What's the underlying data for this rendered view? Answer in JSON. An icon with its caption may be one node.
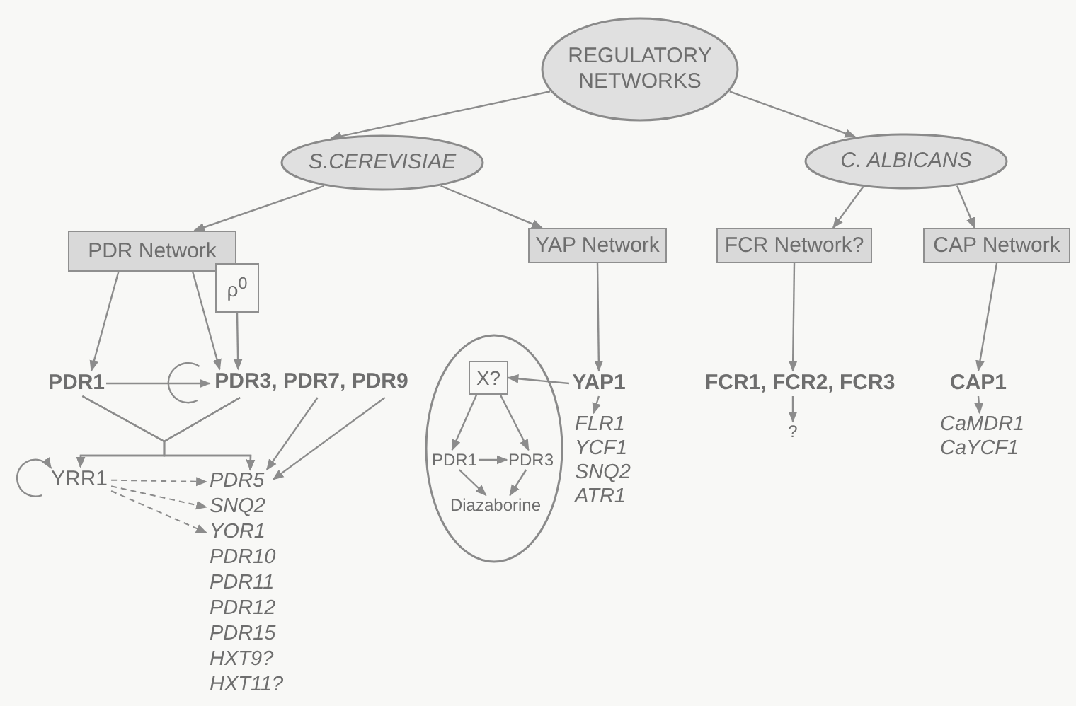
{
  "diagram": {
    "nodes": [
      {
        "text": [
          "REGULATORY NETWORKS"
        ]
      },
      {
        "text": [
          "S.CEREVISIAE"
        ]
      },
      {
        "text": [
          "C. ALBICANS"
        ]
      },
      {
        "text": [
          "PDR Network"
        ]
      },
      {
        "text": [
          "YAP Network"
        ]
      },
      {
        "text": [
          "FCR Network?"
        ]
      },
      {
        "text": [
          "CAP Network"
        ]
      },
      {
        "text": [
          "ρ$^{0}$"
        ]
      },
      {
        "text": [
          "PDR1"
        ]
      },
      {
        "text": [
          "PDR3, PDR7, PDR9"
        ]
      },
      {
        "text": [
          "YRR1"
        ]
      },
      {
        "text": [
          "PDR5"
        ]
      },
      {
        "text": [
          "SNQ2"
        ]
      },
      {
        "text": [
          "YOR1"
        ]
      },
      {
        "text": [
          "PDR10"
        ]
      },
      {
        "text": [
          "PDR11"
        ]
      },
      {
        "text": [
          "PDR12"
        ]
      },
      {
        "text": [
          "PDR15"
        ]
      },
      {
        "text": [
          "HXT9?"
        ]
      },
      {
        "text": [
          "HXT11?"
        ]
      },
      {
        "text": [],
        "shape": "circle"
      },
      {
        "text": [
          "X?"
        ],
        "in": 20
      },
      {
        "text": [
          "PDR1"
        ],
        "in": 20
      },
      {
        "text": [
          "PDR3"
        ],
        "in": 20
      },
      {
        "text": [
          "Diazaborine"
        ],
        "in": 20
      },
      {
        "text": [
          "YAP1"
        ]
      },
      {
        "text": [
          "FLR1",
          "YCF1",
          "SNQ2",
          "ATR1"
        ]
      },
      {
        "text": [
          "FCR1, FCR2, FCR3"
        ]
      },
      {
        "text": [
          "?"
        ]
      },
      {
        "text": [
          "CAP1"
        ]
      },
      {
        "text": [
          "CaMDR1",
          "CaYCF1"
        ]
      }
    ],
    "edges": [
      {
        "from": 0,
        "to": 1,
        "arrow": "to"
      },
      {
        "from": 0,
        "to": 2,
        "arrow": "to"
      },
      {
        "from": 1,
        "to": 3,
        "arrow": "to"
      },
      {
        "from": 1,
        "to": 4,
        "arrow": "to"
      },
      {
        "from": 2,
        "to": 5,
        "arrow": "to"
      },
      {
        "from": 2,
        "to": 6,
        "arrow": "to"
      },
      {
        "from": 3,
        "to": 8,
        "arrow": "to"
      },
      {
        "from": 3,
        "to": 9,
        "arrow": "to"
      },
      {
        "from": 7,
        "to": 9,
        "arrow": "to"
      },
      {
        "from": 8,
        "to": 9,
        "arrow": "to"
      },
      {
        "from": 9,
        "to": 9,
        "arrow": "none"
      },
      {
        "from": 8,
        "to": 10,
        "arrow": "to"
      },
      {
        "from": 8,
        "to": 11,
        "arrow": "to"
      },
      {
        "from": 9,
        "to": 10,
        "arrow": "to"
      },
      {
        "from": 9,
        "to": 11,
        "arrow": "to"
      },
      {
        "from": 9,
        "to": 11,
        "arrow": "to"
      },
      {
        "from": 9,
        "to": 11,
        "arrow": "to"
      },
      {
        "from": 10,
        "to": 10,
        "arrow": "to"
      },
      {
        "from": 10,
        "to": 11,
        "arrow": "to",
        "style": "dashed"
      },
      {
        "from": 10,
        "to": 12,
        "arrow": "to",
        "style": "dashed"
      },
      {
        "from": 10,
        "to": 13,
        "arrow": "to",
        "style": "dashed"
      },
      {
        "from": 4,
        "to": 25,
        "arrow": "to"
      },
      {
        "from": 25,
        "to": 21,
        "arrow": "to"
      },
      {
        "from": 21,
        "to": 22,
        "arrow": "to"
      },
      {
        "from": 21,
        "to": 23,
        "arrow": "to"
      },
      {
        "from": 22,
        "to": 23,
        "arrow": "to"
      },
      {
        "from": 22,
        "to": 24,
        "arrow": "to"
      },
      {
        "from": 23,
        "to": 24,
        "arrow": "to"
      },
      {
        "from": 25,
        "to": 26,
        "arrow": "to"
      },
      {
        "from": 5,
        "to": 27,
        "arrow": "to"
      },
      {
        "from": 27,
        "to": 28,
        "arrow": "to"
      },
      {
        "from": 6,
        "to": 29,
        "arrow": "to"
      },
      {
        "from": 29,
        "to": 30,
        "arrow": "to"
      }
    ]
  }
}
